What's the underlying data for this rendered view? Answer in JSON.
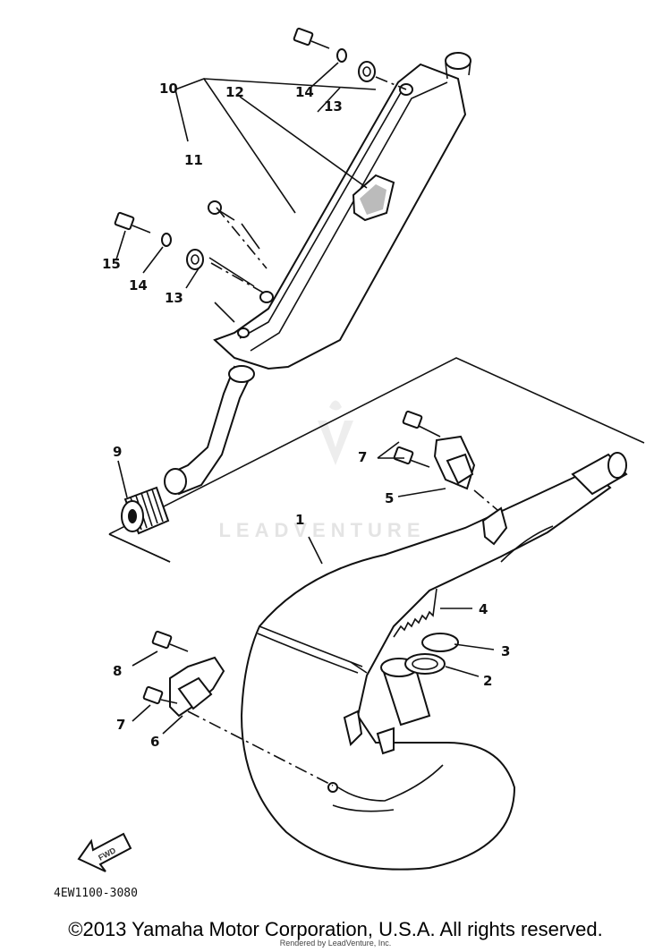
{
  "diagram": {
    "callouts": [
      {
        "id": "c1",
        "text": "1"
      },
      {
        "id": "c2",
        "text": "2"
      },
      {
        "id": "c3",
        "text": "3"
      },
      {
        "id": "c4",
        "text": "4"
      },
      {
        "id": "c5",
        "text": "5"
      },
      {
        "id": "c6",
        "text": "6"
      },
      {
        "id": "c7a",
        "text": "7"
      },
      {
        "id": "c7b",
        "text": "7"
      },
      {
        "id": "c8",
        "text": "8"
      },
      {
        "id": "c9",
        "text": "9"
      },
      {
        "id": "c10",
        "text": "10"
      },
      {
        "id": "c11",
        "text": "11"
      },
      {
        "id": "c12",
        "text": "12"
      },
      {
        "id": "c13a",
        "text": "13"
      },
      {
        "id": "c13b",
        "text": "13"
      },
      {
        "id": "c14a",
        "text": "14"
      },
      {
        "id": "c14b",
        "text": "14"
      },
      {
        "id": "c15",
        "text": "15"
      }
    ],
    "fwd_label": "FWD",
    "diagram_code": "4EW1100-3080",
    "watermark": "LEADVENTURE"
  },
  "footer": {
    "copyright": "©2013 Yamaha Motor Corporation, U.S.A. All rights reserved.",
    "rendered_by": "Rendered by LeadVenture, Inc."
  }
}
